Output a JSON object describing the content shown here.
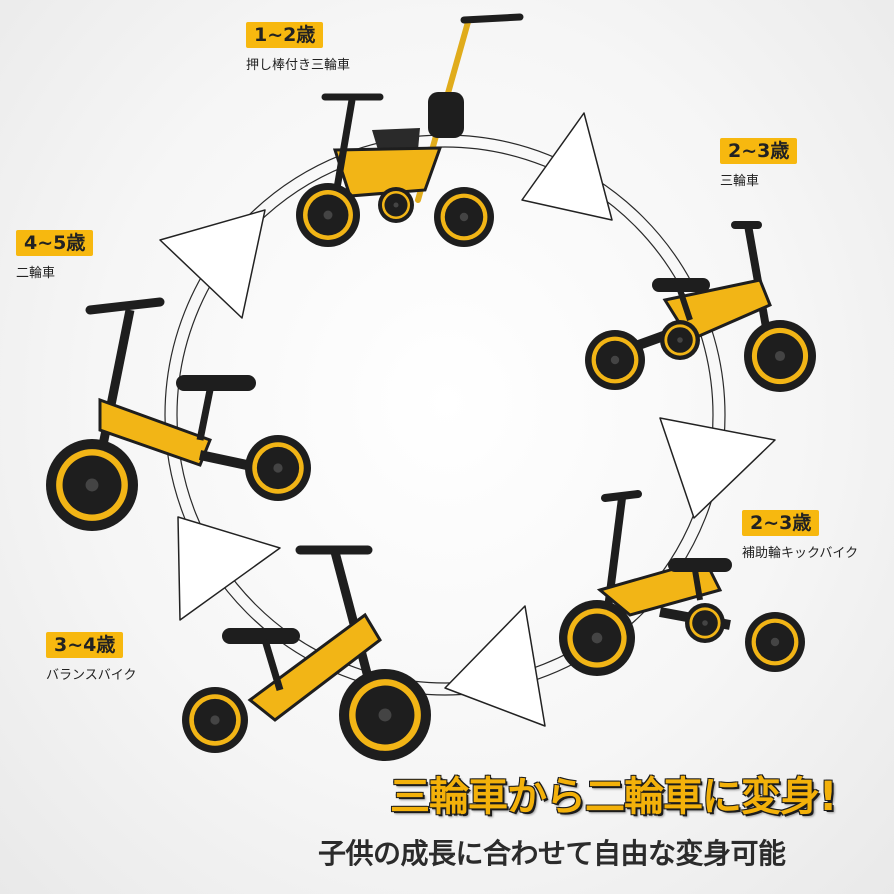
{
  "stages": [
    {
      "age": "1~2歳",
      "name": "押し棒付き三輪車"
    },
    {
      "age": "2~3歳",
      "name": "三輪車"
    },
    {
      "age": "2~3歳",
      "name": "補助輪キックバイク"
    },
    {
      "age": "3~4歳",
      "name": "バランスバイク"
    },
    {
      "age": "4~5歳",
      "name": "二輪車"
    }
  ],
  "headline": "三輪車から二輪車に変身!",
  "subline": "子供の成長に合わせて自由な変身可能",
  "colors": {
    "accent_yellow": "#f7b80f",
    "frame_black": "#1e1e1e",
    "text_dark": "#222222"
  }
}
